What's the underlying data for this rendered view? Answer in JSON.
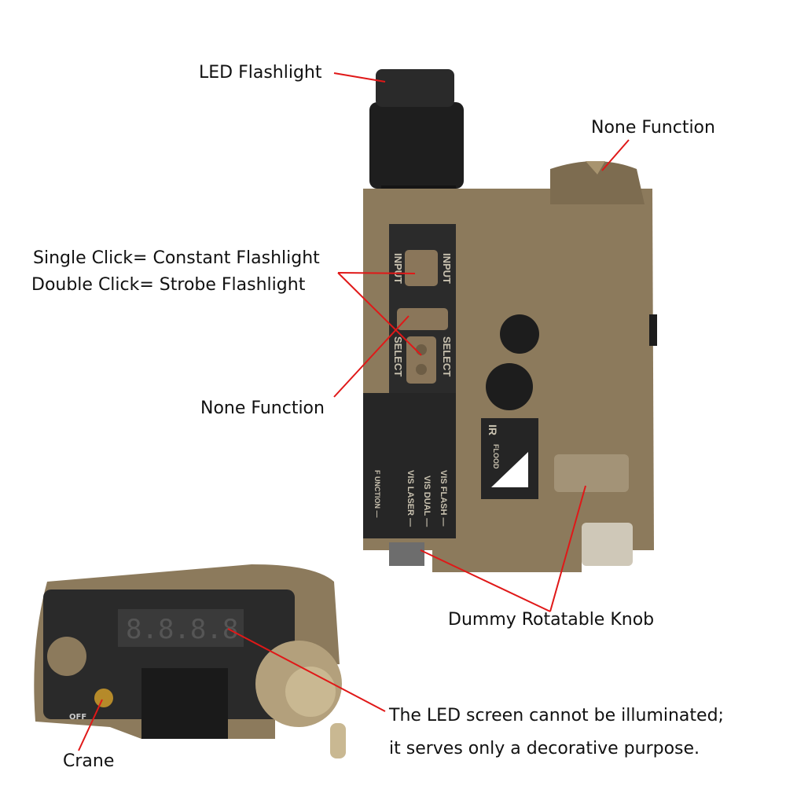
{
  "annotations": {
    "led_flashlight": "LED Flashlight",
    "none_function_top": "None Function",
    "single_click": "Single Click= Constant Flashlight",
    "double_click": "Double Click= Strobe Flashlight",
    "none_function_mid": "None Function",
    "dummy_knob": "Dummy Rotatable Knob",
    "led_screen_line1": "The LED screen cannot be illuminated;",
    "led_screen_line2": "it serves only a decorative purpose.",
    "crane": "Crane"
  },
  "device_markings": {
    "input": "INPUT",
    "select": "SELECT",
    "ir": "IR",
    "flood": "FLOOD",
    "vis_flash": "VIS FLASH —",
    "vis_dual": "VIS DUAL —",
    "vis_laser": "VIS LASER —",
    "function": "F UNCTION —",
    "off": "OFF"
  },
  "colors": {
    "body": "#8c7a5c",
    "annotation_line": "#e01818",
    "panel": "#2b2b2b"
  }
}
